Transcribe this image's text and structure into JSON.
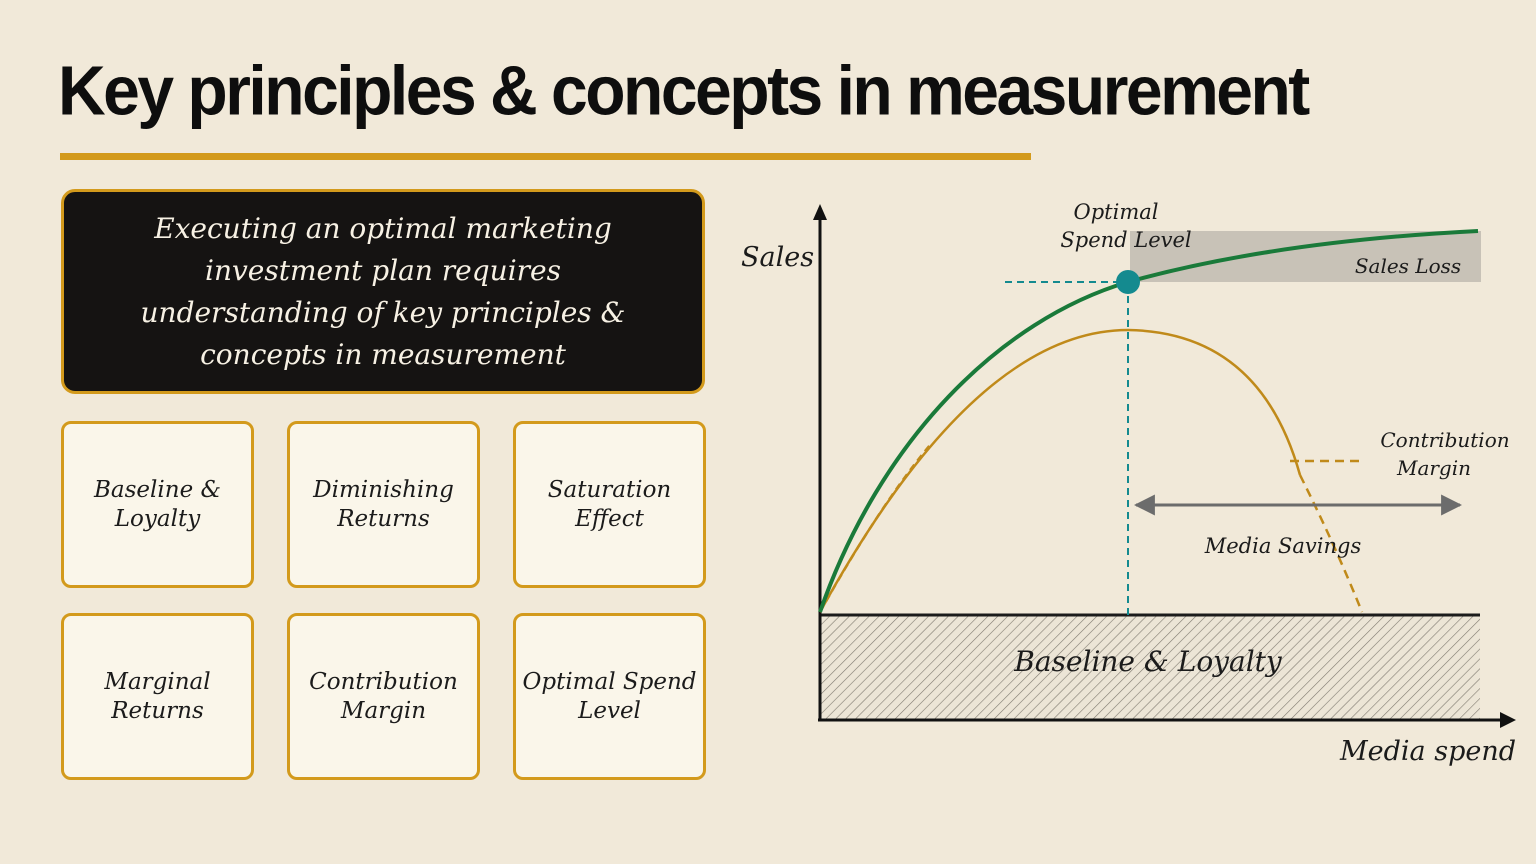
{
  "header": {
    "title": "Key principles & concepts in measurement"
  },
  "lead": {
    "text": "Executing an optimal marketing investment plan requires understanding of key principles & concepts in measurement"
  },
  "concepts": [
    {
      "label": "Baseline & Loyalty"
    },
    {
      "label": "Diminishing Returns"
    },
    {
      "label": "Saturation Effect"
    },
    {
      "label": "Marginal Returns"
    },
    {
      "label": "Contribution Margin"
    },
    {
      "label": "Optimal Spend Level"
    }
  ],
  "diagram": {
    "y_axis_label": "Sales",
    "x_axis_label": "Media spend",
    "optimal_label_line1": "Optimal",
    "optimal_label_line2": "Spend Level",
    "sales_loss_label": "Sales Loss",
    "contribution_label_line1": "Contribution",
    "contribution_label_line2": "Margin",
    "media_savings_label": "Media Savings",
    "baseline_label": "Baseline & Loyalty"
  },
  "colors": {
    "accent": "#d39a1c",
    "background": "#f1e9d9",
    "sales_curve": "#1a7a3a",
    "margin_curve": "#c08a1a",
    "optimal_marker": "#148a8f",
    "sales_loss_band": "#c8c2b7"
  }
}
